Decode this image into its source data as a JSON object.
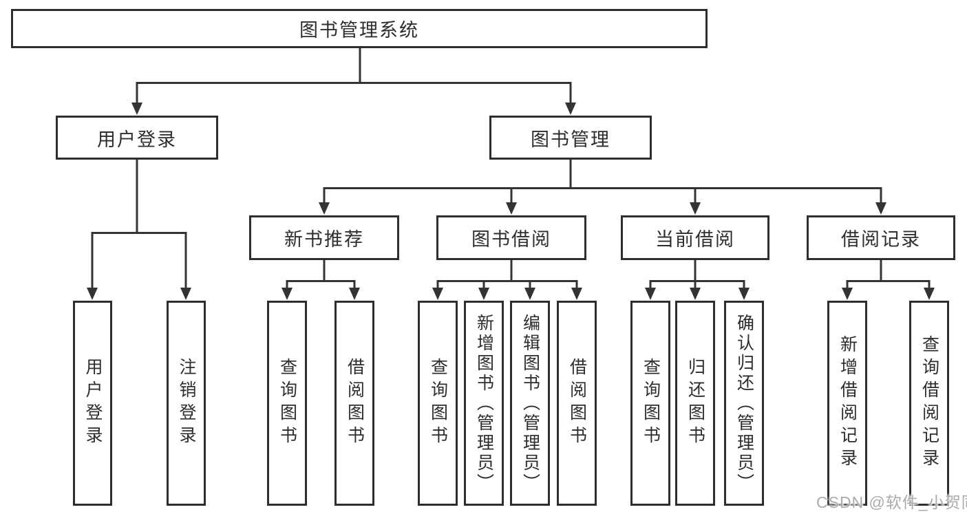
{
  "diagram": {
    "root": {
      "label": "图书管理系统"
    },
    "level1": {
      "user_login": {
        "label": "用户登录"
      },
      "book_mgmt": {
        "label": "图书管理"
      }
    },
    "level2": {
      "new_book_rec": {
        "label": "新书推荐"
      },
      "book_borrow": {
        "label": "图书借阅"
      },
      "current_borrow": {
        "label": "当前借阅"
      },
      "borrow_records": {
        "label": "借阅记录"
      }
    },
    "leaves": {
      "user_login_leaf": {
        "label": "用户登录"
      },
      "logout_leaf": {
        "label": "注销登录"
      },
      "nb_query_books": {
        "label": "查询图书"
      },
      "nb_borrow_books": {
        "label": "借阅图书"
      },
      "bb_query_books": {
        "label": "查询图书"
      },
      "bb_add_books": {
        "label": "新增图书（管理员）"
      },
      "bb_edit_books": {
        "label": "编辑图书（管理员）"
      },
      "bb_borrow_books": {
        "label": "借阅图书"
      },
      "cb_query_books": {
        "label": "查询图书"
      },
      "cb_return_books": {
        "label": "归还图书"
      },
      "cb_confirm_return": {
        "label": "确认归还（管理员）"
      },
      "br_add_record": {
        "label": "新增借阅记录"
      },
      "br_query_record": {
        "label": "查询借阅记录"
      }
    }
  },
  "watermark": {
    "text": "CSDN @软件_小贺同学"
  },
  "colors": {
    "line": "#333333",
    "border": "#2d2d2d",
    "text": "#2d2d2d",
    "watermark": "#ababab",
    "background": "#ffffff"
  }
}
